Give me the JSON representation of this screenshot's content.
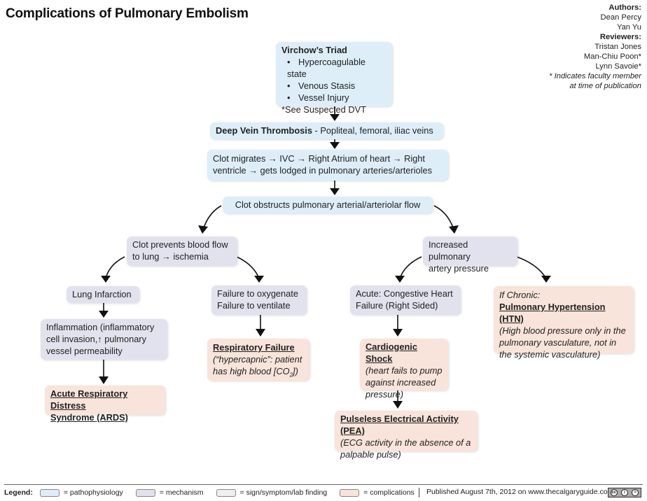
{
  "title": "Complications of Pulmonary Embolism",
  "credits": {
    "authors_label": "Authors:",
    "authors": [
      "Dean Percy",
      "Yan Yu"
    ],
    "reviewers_label": "Reviewers:",
    "reviewers": [
      "Tristan Jones",
      "Man-Chiu Poon*",
      "Lynn Savoie*"
    ],
    "note_line1": "* Indicates faculty member",
    "note_line2": "at time of publication"
  },
  "nodes": {
    "virchow": {
      "heading": "Virchow’s Triad",
      "items": [
        "Hypercoagulable state",
        "Venous Stasis",
        "Vessel Injury"
      ],
      "note": "*See Suspected DVT",
      "type": "pathophysiology"
    },
    "dvt": {
      "bold": "Deep Vein Thrombosis",
      "rest": " - Popliteal, femoral, iliac veins",
      "type": "pathophysiology"
    },
    "migrates": {
      "line1": "Clot migrates  → IVC  → Right Atrium of heart  →  Right",
      "line2": "ventricle  → gets lodged in pulmonary arteries/arterioles",
      "type": "pathophysiology"
    },
    "obstructs": {
      "text": "Clot obstructs pulmonary arterial/arteriolar flow",
      "type": "pathophysiology"
    },
    "prevents": {
      "line1": "Clot prevents blood flow",
      "line2": "to lung → ischemia",
      "type": "mechanism"
    },
    "increased_pressure": {
      "line1": "Increased pulmonary",
      "line2": "artery pressure",
      "type": "mechanism"
    },
    "infarction": {
      "text": "Lung Infarction",
      "type": "mechanism"
    },
    "failure_oxy": {
      "line1": "Failure to oxygenate",
      "line2": "Failure to ventilate",
      "type": "mechanism"
    },
    "acute_chf": {
      "line1": "Acute: Congestive Heart",
      "line2": "Failure (Right Sided)",
      "type": "mechanism"
    },
    "chronic_htn": {
      "prefix": "If Chronic:",
      "title": "Pulmonary Hypertension (HTN)",
      "desc1": "(High blood pressure only in the",
      "desc2": "pulmonary vasculature, not in",
      "desc3": "the systemic vasculature)",
      "type": "complications"
    },
    "inflammation": {
      "line1": "Inflammation (inflammatory",
      "line2": "cell invasion,↑ pulmonary",
      "line3": "vessel permeability",
      "type": "mechanism"
    },
    "resp_failure": {
      "title": "Respiratory Failure",
      "desc1": "(“hypercapnic”: patient",
      "desc2_pre": "has high blood [CO",
      "desc2_sub": "2",
      "desc2_post": "])",
      "type": "complications"
    },
    "cardiogenic": {
      "title": "Cardiogenic Shock",
      "desc1": "(heart fails to pump",
      "desc2": "against increased",
      "desc3": "pressure)",
      "type": "complications"
    },
    "ards": {
      "line1": "Acute Respiratory Distress",
      "line2": "Syndrome (ARDS)",
      "type": "complications"
    },
    "pea": {
      "title": "Pulseless Electrical Activity (PEA)",
      "desc1": "(ECG activity in the absence of a",
      "desc2": "palpable  pulse)",
      "type": "complications"
    }
  },
  "legend": {
    "label": "Legend:",
    "items": [
      {
        "text": "= pathophysiology",
        "color": "#ddeef8"
      },
      {
        "text": "= mechanism",
        "color": "#e2e2ee"
      },
      {
        "text": "= sign/symptom/lab finding",
        "color": "#eef0f0"
      },
      {
        "text": "= complications",
        "color": "#f8e4da"
      }
    ]
  },
  "published": "Published August 7th, 2012 on www.thecalgaryguide.com",
  "license_badge": {
    "symbols": [
      "cc",
      "i",
      "="
    ]
  }
}
